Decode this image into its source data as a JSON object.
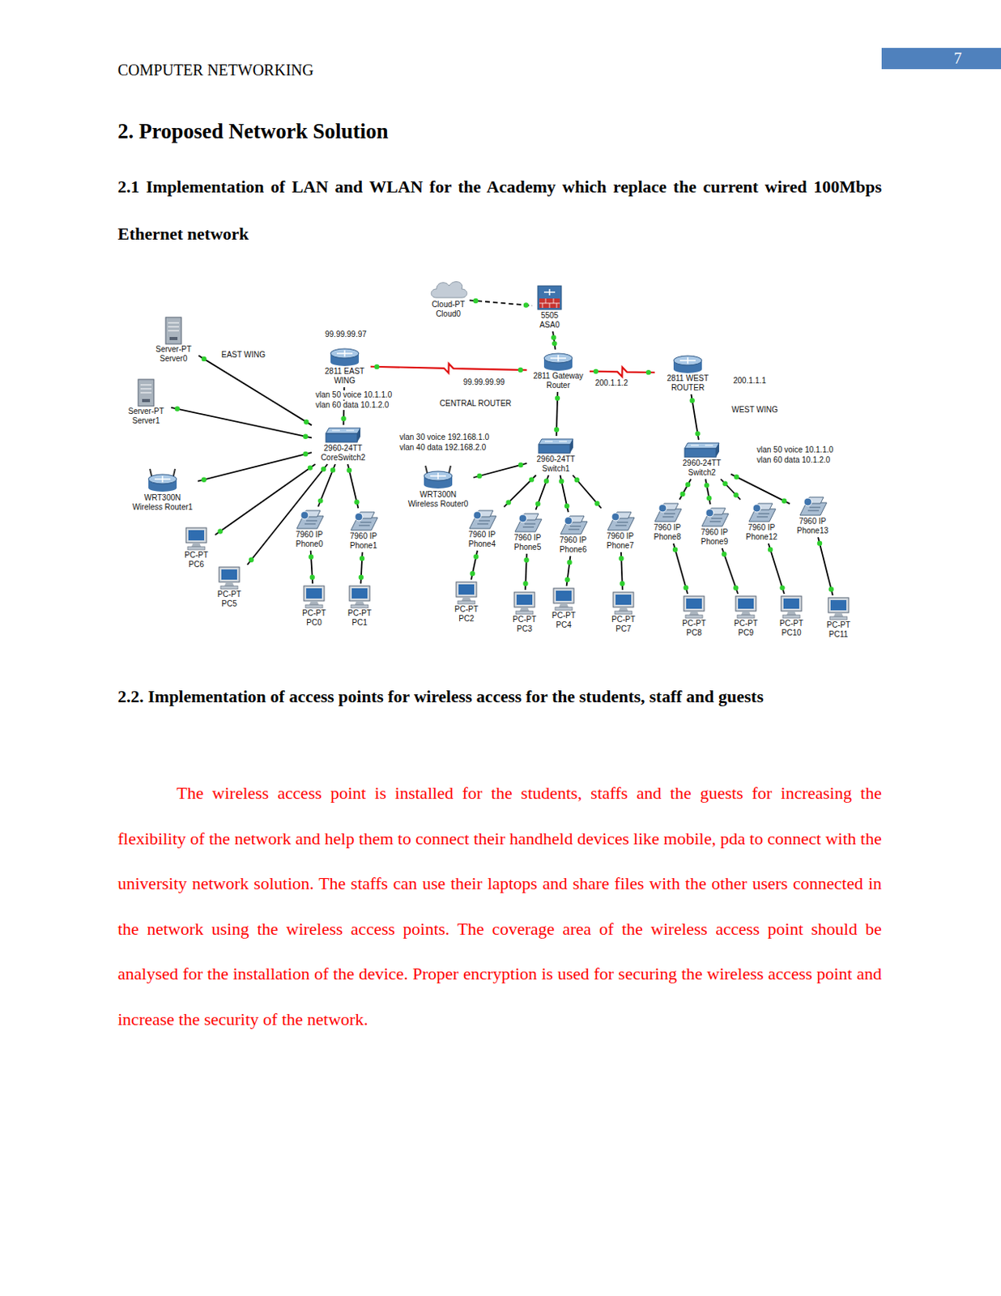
{
  "diagram": {
    "nodes": [
      {
        "text": [
          "Cloud-PT Cloud0"
        ]
      },
      {
        "text": [
          "5505 ASA0"
        ]
      },
      {
        "text": [
          "Server-PT Server0"
        ]
      },
      {
        "text": [
          "2811 EAST WING"
        ]
      },
      {
        "text": [
          "2811 Gateway Router"
        ]
      },
      {
        "text": [
          "2811 WEST ROUTER"
        ]
      },
      {
        "text": [
          "Server-PT Server1"
        ]
      },
      {
        "text": [
          "2960-24TT CoreSwitch2"
        ]
      },
      {
        "text": [
          "2960-24TT Switch1"
        ]
      },
      {
        "text": [
          "2960-24TT Switch2"
        ]
      },
      {
        "text": [
          "WRT300N Wireless Router1"
        ]
      },
      {
        "text": [
          "WRT300N Wireless Router0"
        ]
      },
      {
        "text": [
          "7960 IP Phone0"
        ]
      },
      {
        "text": [
          "7960 IP Phone1"
        ]
      },
      {
        "text": [
          "7960 IP Phone4"
        ]
      },
      {
        "text": [
          "7960 IP Phone5"
        ]
      },
      {
        "text": [
          "7960 IP Phone6"
        ]
      },
      {
        "text": [
          "7960 IP Phone7"
        ]
      },
      {
        "text": [
          "7960 IP Phone8"
        ]
      },
      {
        "text": [
          "7960 IP Phone9"
        ]
      },
      {
        "text": [
          "7960 IP Phone12"
        ]
      },
      {
        "text": [
          "7960 IP Phone13"
        ]
      },
      {
        "text": [
          "PC-PT PC6"
        ]
      },
      {
        "text": [
          "PC-PT PC5"
        ]
      },
      {
        "text": [
          "PC-PT PC0"
        ]
      },
      {
        "text": [
          "PC-PT PC1"
        ]
      },
      {
        "text": [
          "PC-PT PC2"
        ]
      },
      {
        "text": [
          "PC-PT PC3"
        ]
      },
      {
        "text": [
          "PC-PT PC4"
        ]
      },
      {
        "text": [
          "PC-PT PC7"
        ]
      },
      {
        "text": [
          "PC-PT PC8"
        ]
      },
      {
        "text": [
          "PC-PT PC9"
        ]
      },
      {
        "text": [
          "PC-PT PC10"
        ]
      },
      {
        "text": [
          "PC-PT PC11"
        ]
      }
    ],
    "edges": [
      {
        "from": 0,
        "to": 1,
        "arrow": "none"
      },
      {
        "from": 1,
        "to": 4,
        "arrow": "none"
      },
      {
        "from": 3,
        "to": 4,
        "arrow": "none"
      },
      {
        "from": 4,
        "to": 5,
        "arrow": "none"
      },
      {
        "from": 3,
        "to": 7,
        "arrow": "none"
      },
      {
        "from": 4,
        "to": 8,
        "arrow": "none"
      },
      {
        "from": 5,
        "to": 9,
        "arrow": "none"
      },
      {
        "from": 7,
        "to": 2,
        "arrow": "none"
      },
      {
        "from": 7,
        "to": 6,
        "arrow": "none"
      },
      {
        "from": 7,
        "to": 10,
        "arrow": "none"
      },
      {
        "from": 7,
        "to": 22,
        "arrow": "none"
      },
      {
        "from": 7,
        "to": 23,
        "arrow": "none"
      },
      {
        "from": 7,
        "to": 12,
        "arrow": "none"
      },
      {
        "from": 7,
        "to": 13,
        "arrow": "none"
      },
      {
        "from": 12,
        "to": 24,
        "arrow": "none"
      },
      {
        "from": 13,
        "to": 25,
        "arrow": "none"
      },
      {
        "from": 8,
        "to": 11,
        "arrow": "none"
      },
      {
        "from": 8,
        "to": 14,
        "arrow": "none"
      },
      {
        "from": 8,
        "to": 15,
        "arrow": "none"
      },
      {
        "from": 8,
        "to": 16,
        "arrow": "none"
      },
      {
        "from": 8,
        "to": 17,
        "arrow": "none"
      },
      {
        "from": 14,
        "to": 26,
        "arrow": "none"
      },
      {
        "from": 15,
        "to": 27,
        "arrow": "none"
      },
      {
        "from": 16,
        "to": 28,
        "arrow": "none"
      },
      {
        "from": 17,
        "to": 29,
        "arrow": "none"
      },
      {
        "from": 9,
        "to": 18,
        "arrow": "none"
      },
      {
        "from": 9,
        "to": 19,
        "arrow": "none"
      },
      {
        "from": 9,
        "to": 20,
        "arrow": "none"
      },
      {
        "from": 9,
        "to": 21,
        "arrow": "none"
      },
      {
        "from": 18,
        "to": 30,
        "arrow": "none"
      },
      {
        "from": 19,
        "to": 31,
        "arrow": "none"
      },
      {
        "from": 20,
        "to": 32,
        "arrow": "none"
      },
      {
        "from": 21,
        "to": 33,
        "arrow": "none"
      }
    ],
    "labels": [
      "COMPUTER NETWORKING",
      "7",
      "2. Proposed Network Solution",
      "2.1 Implementation of LAN and WLAN for the Academy which replace the current wired 100Mbps Ethernet network",
      "99.99.99.97",
      "EAST WING",
      "vlan 50 voice 10.1.1.0",
      "vlan 60 data 10.1.2.0",
      "99.99.99.99",
      "200.1.1.2",
      "CENTRAL ROUTER",
      "200.1.1.1",
      "WEST WING",
      "vlan 30 voice 192.168.1.0",
      "vlan 40 data 192.168.2.0",
      "vlan 50 voice 10.1.1.0",
      "vlan 60 data 10.1.2.0",
      "2.2. Implementation of access points for wireless access for the students, staff and guests",
      "The wireless access point is installed for the students, staffs and the guests for increasing the flexibility of the network and help them to connect their handheld devices like mobile, pda to connect with the university network solution. The staffs can use their laptops and share files with the other users connected in the network using the wireless access points. The coverage area of the wireless access point should be analysed for the installation of the device. Proper encryption is used for securing the wireless access point and increase the security of the network."
    ]
  }
}
